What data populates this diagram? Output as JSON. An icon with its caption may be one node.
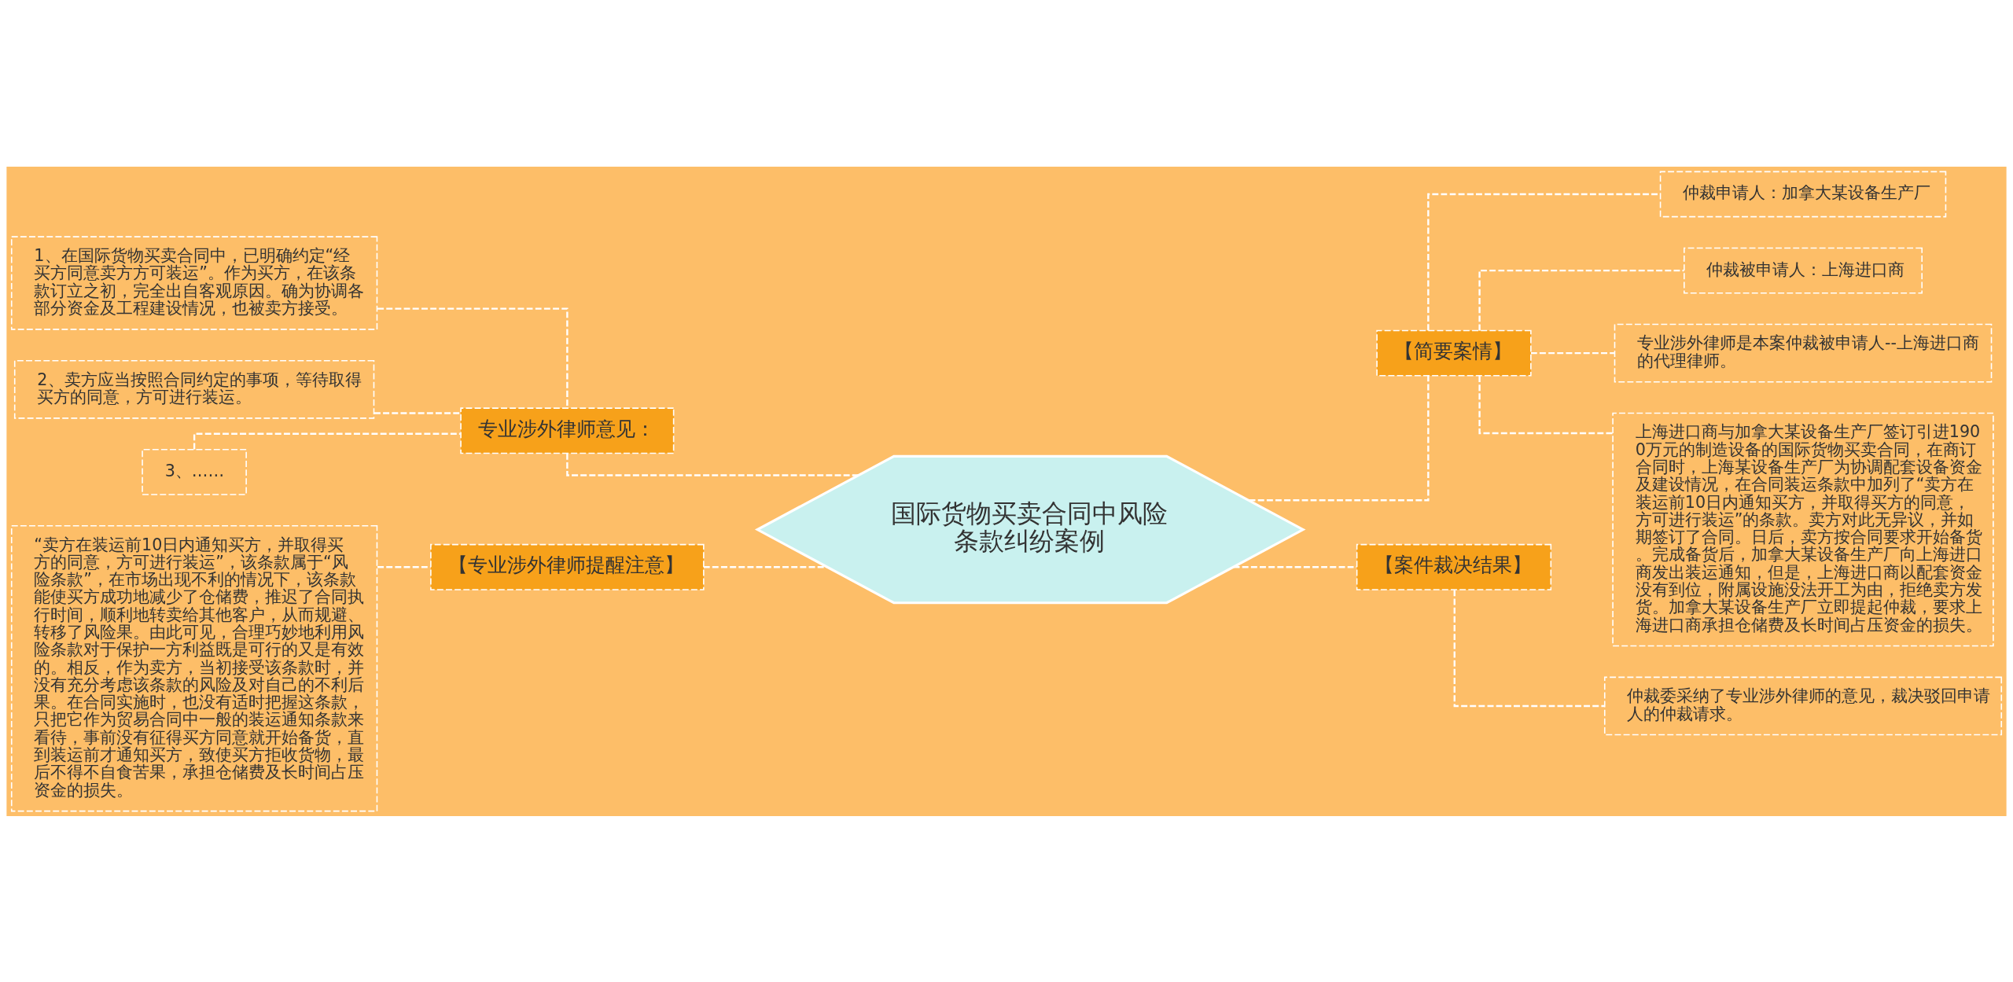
{
  "diagram": {
    "nodes": [
      {
        "text": [
          "国际货物买卖合同中风险条款纠纷案例"
        ]
      },
      {
        "text": [
          "专业涉外律师意见："
        ]
      },
      {
        "text": [
          "1、在国际货物买卖合同中，已明确约定“经买方同意卖方方可装运”。作为买方，在该条款订立之初，完全出自客观原因。确为协调各部分资金及工程建设情况，也被卖方接受。"
        ]
      },
      {
        "text": [
          "2、卖方应当按照合同约定的事项，等待取得买方的同意，方可进行装运。"
        ]
      },
      {
        "text": [
          "3、……"
        ]
      },
      {
        "text": [
          "【专业涉外律师提醒注意】"
        ]
      },
      {
        "text": [
          "“卖方在装运前10日内通知买方，并取得买方的同意，方可进行装运”，该条款属于“风险条款”，在市场出现不利的情况下，该条款能使买方成功地减少了仓储费，推迟了合同执行时间，顺利地转卖给其他客户，从而规避、转移了风险果。由此可见，合理巧妙地利用风险条款对于保护一方利益既是可行的又是有效的。相反，作为卖方，当初接受该条款时，并没有充分考虑该条款的风险及对自己的不利后果。在合同实施时，也没有适时把握这条款，只把它作为贸易合同中一般的装运通知条款来看待，事前没有征得买方同意就开始备货，直到装运前才通知买方，致使买方拒收货物，最后不得不自食苦果，承担仓储费及长时间占压资金的损失。"
        ]
      },
      {
        "text": [
          "【简要案情】"
        ]
      },
      {
        "text": [
          "仲裁申请人：加拿大某设备生产厂"
        ]
      },
      {
        "text": [
          "仲裁被申请人：上海进口商"
        ]
      },
      {
        "text": [
          "专业涉外律师是本案仲裁被申请人--上海进口商的代理律师。"
        ]
      },
      {
        "text": [
          "上海进口商与加拿大某设备生产厂签订引进1900万元的制造设备的国际货物买卖合同，在商订合同时，上海某设备生产厂为协调配套设备资金及建设情况，在合同装运条款中加列了“卖方在装运前10日内通知买方，并取得买方的同意，方可进行装运”的条款。卖方对此无异议，并如期签订了合同。日后，卖方按合同要求开始备货。完成备货后，加拿大某设备生产厂向上海进口商发出装运通知，但是，上海进口商以配套资金没有到位，附属设施没法开工为由，拒绝卖方发货。加拿大某设备生产厂立即提起仲裁，要求上海进口商承担仓储费及长时间占压资金的损失。"
        ]
      },
      {
        "text": [
          "【案件裁决结果】"
        ]
      },
      {
        "text": [
          "仲裁委采纳了专业涉外律师的意见，裁决驳回申请人的仲裁请求。"
        ]
      }
    ],
    "edges": [
      {
        "from": 1,
        "to": 0,
        "arrow": "none"
      },
      {
        "from": 2,
        "to": 1,
        "arrow": "none"
      },
      {
        "from": 3,
        "to": 1,
        "arrow": "none"
      },
      {
        "from": 4,
        "to": 1,
        "arrow": "none"
      },
      {
        "from": 5,
        "to": 0,
        "arrow": "none"
      },
      {
        "from": 6,
        "to": 5,
        "arrow": "none"
      },
      {
        "from": 0,
        "to": 7,
        "arrow": "none"
      },
      {
        "from": 7,
        "to": 8,
        "arrow": "none"
      },
      {
        "from": 7,
        "to": 9,
        "arrow": "none"
      },
      {
        "from": 7,
        "to": 10,
        "arrow": "none"
      },
      {
        "from": 7,
        "to": 11,
        "arrow": "none"
      },
      {
        "from": 0,
        "to": 12,
        "arrow": "none"
      },
      {
        "from": 12,
        "to": 13,
        "arrow": "none"
      }
    ]
  }
}
